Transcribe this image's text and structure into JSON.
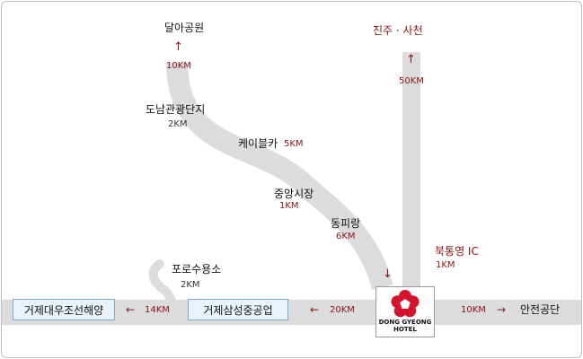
{
  "colors": {
    "road": "#dcdcdc",
    "road_edge": "#c8c8c8",
    "label_red": "#8b1414",
    "box_border": "#7fa9cf",
    "box_fill": "#eaf3fb",
    "logo_red": "#d4142c"
  },
  "places": {
    "dalah_park": "달아공원",
    "jinju_sacheon": "진주 · 사천",
    "donam_tourist": "도남관광단지",
    "cable_car": "케이블카",
    "jungang_market": "중앙시장",
    "dongpirang": "동피랑",
    "bukton_ic": "북통영 IC",
    "poro_suyongso": "포로수용소",
    "daewoo_shipyard": "거제대우조선해양",
    "samsung_heavy": "거제삼성중공업",
    "anjeon_park": "안전공단"
  },
  "distances": {
    "dalah_park": "10KM",
    "jinju_sacheon": "50KM",
    "donam_tourist": "2KM",
    "cable_car": "5KM",
    "jungang_market": "1KM",
    "dongpirang": "6KM",
    "bukton_ic": "1KM",
    "poro_suyongso": "2KM",
    "daewoo_shipyard": "14KM",
    "samsung_heavy": "20KM",
    "anjeon_park": "10KM"
  },
  "arrows": {
    "left": "←",
    "right": "→",
    "up": "↑",
    "down": "↓"
  },
  "hotel": {
    "line1": "DONG GYEONG",
    "line2": "HOTEL",
    "logo_icon": "flower-logo-icon"
  }
}
